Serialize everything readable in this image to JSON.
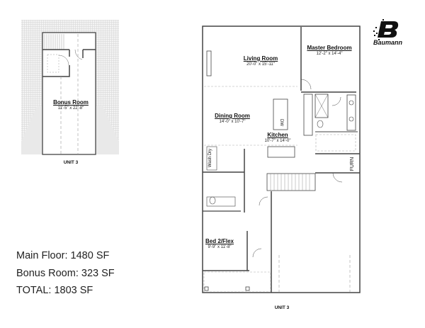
{
  "bonus_plan": {
    "room": {
      "name": "Bonus Room",
      "dims": "11'-5\" x 22'-8\""
    },
    "unit_label": "UNIT 3"
  },
  "main_plan": {
    "rooms": [
      {
        "name": "Living Room",
        "dims": "20'-0\" x 15'-11\""
      },
      {
        "name": "Master Bedroom",
        "dims": "12'-2\" x 14'-4\""
      },
      {
        "name": "Dining Room",
        "dims": "14'-0\" x 10'-7\""
      },
      {
        "name": "Kitchen",
        "dims": "10'-7\" x 14'-0\""
      },
      {
        "name": "Bed 2/Flex",
        "dims": "9'-9\" x 11'-8\""
      }
    ],
    "labels": {
      "dw": "DW",
      "wash_dry": "Wash Dry",
      "furn": "FURN"
    },
    "unit_label": "UNIT 3"
  },
  "logo": {
    "brand": "Baumann",
    "letter": "B"
  },
  "summary": {
    "main_floor": "Main Floor: 1480 SF",
    "bonus_room": "Bonus Room: 323 SF",
    "total": "TOTAL: 1803 SF"
  }
}
